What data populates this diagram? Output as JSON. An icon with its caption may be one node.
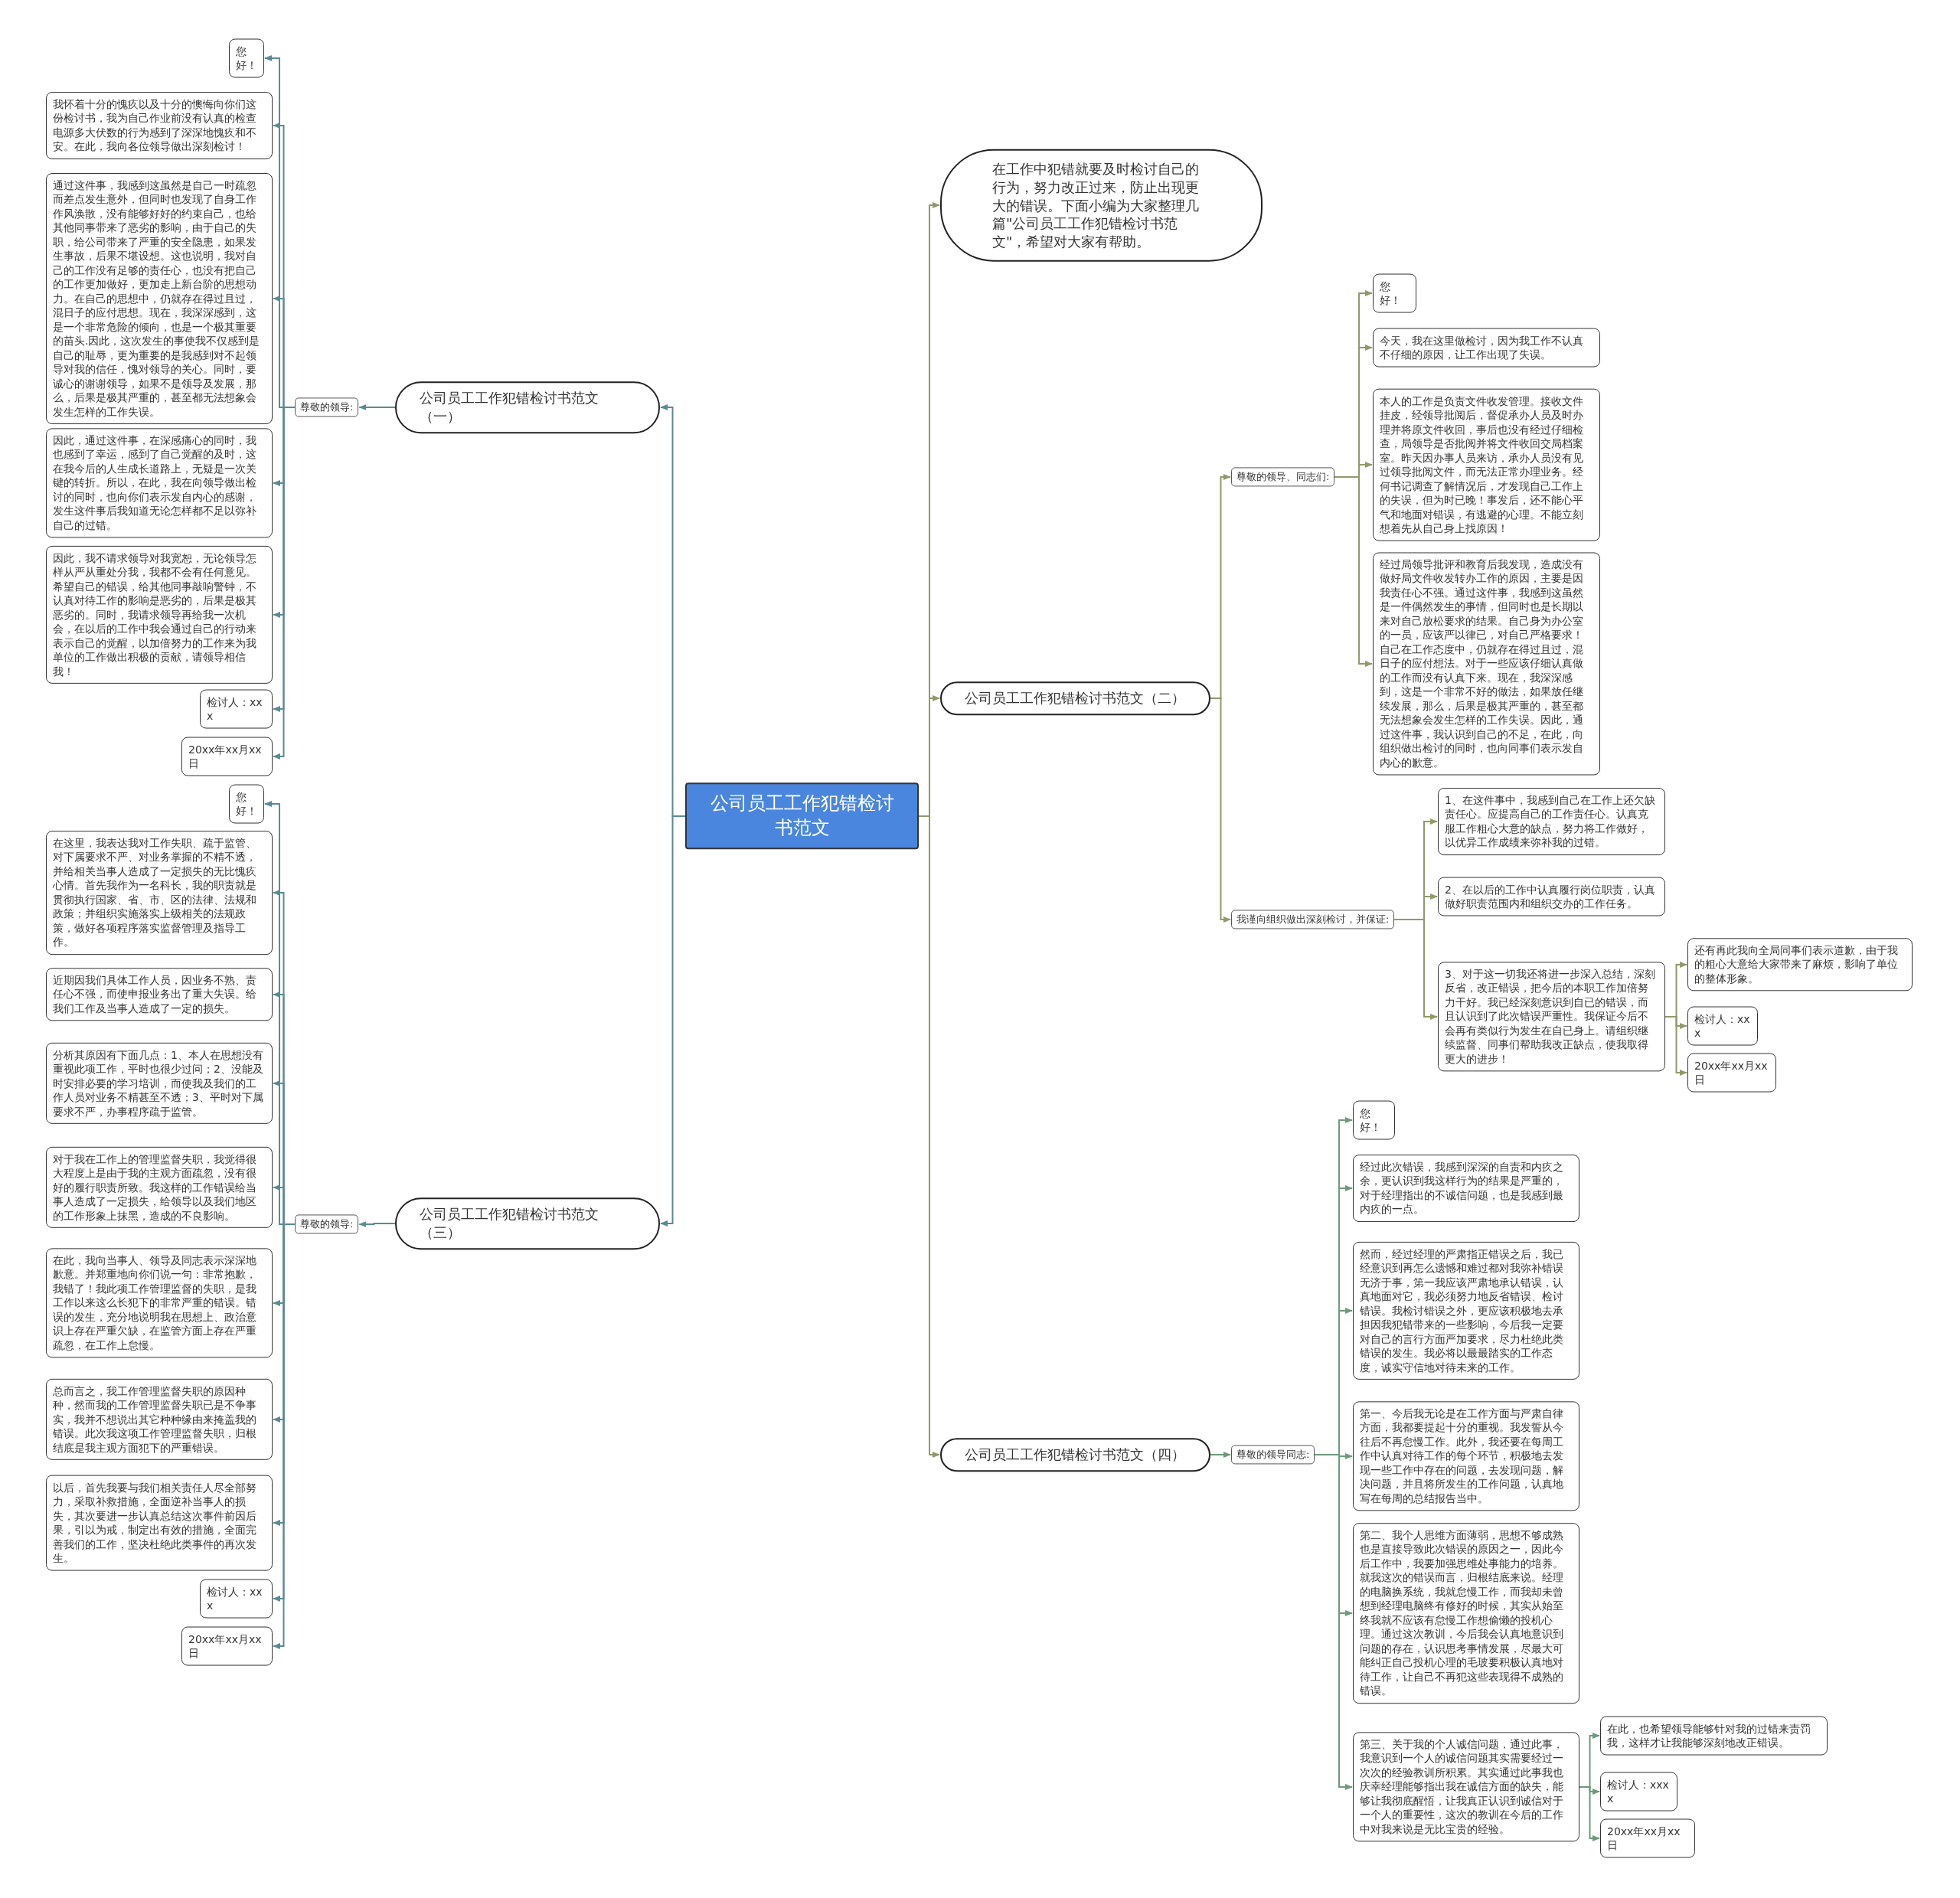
{
  "diagram": {
    "nodes": [
      {
        "text": [
          "公司员工工作犯错检讨书范文"
        ]
      },
      {
        "text": [
          "在工作中犯错就要及时检讨自己的行为，努力改正过来，防止出现更大的错误。下面小编为大家整理几篇\"公司员工工作犯错检讨书范文\"，希望对大家有帮助。"
        ]
      },
      {
        "text": [
          "公司员工工作犯错检讨书范文（一）"
        ]
      },
      {
        "text": [
          "尊敬的领导:"
        ]
      },
      {
        "text": [
          "您好！"
        ]
      },
      {
        "text": [
          "我怀着十分的愧疚以及十分的懊悔向你们这份检讨书，我为自己作业前没有认真的检查电源多大伏数的行为感到了深深地愧疚和不安。在此，我向各位领导做出深刻检讨！"
        ]
      },
      {
        "text": [
          "通过这件事，我感到这虽然是自己一时疏忽而差点发生意外，但同时也发现了自身工作作风涣散，没有能够好好的约束自己，也给其他同事带来了恶劣的影响，由于自己的失职，给公司带来了严重的安全隐患，如果发生事故，后果不堪设想。这也说明，我对自己的工作没有足够的责任心，也没有把自己的工作更加做好，更加走上新台阶的思想动力。在自己的思想中，仍就存在得过且过，混日子的应付思想。现在，我深深感到，这是一个非常危险的倾向，也是一个极其重要的苗头.因此，这次发生的事使我不仅感到是自己的耻辱，更为重要的是我感到对不起领导对我的信任，愧对领导的关心。同时，要诚心的谢谢领导，如果不是领导及发展，那么，后果是极其严重的，甚至都无法想象会发生怎样的工作失误。"
        ]
      },
      {
        "text": [
          "因此，通过这件事，在深感痛心的同时，我也感到了幸运，感到了自己觉醒的及时，这在我今后的人生成长道路上，无疑是一次关键的转折。所以，在此，我在向领导做出检讨的同时，也向你们表示发自内心的感谢，发生这件事后我知道无论怎样都不足以弥补自己的过错。"
        ]
      },
      {
        "text": [
          "因此，我不请求领导对我宽恕，无论领导怎样从严从重处分我，我都不会有任何意见。希望自己的错误，给其他同事敲响警钟，不认真对待工作的影响是恶劣的，后果是极其恶劣的。同时，我请求领导再给我一次机会，在以后的工作中我会通过自己的行动来表示自己的觉醒，以加倍努力的工作来为我单位的工作做出积极的贡献，请领导相信我！"
        ]
      },
      {
        "text": [
          "检讨人：xxx"
        ]
      },
      {
        "text": [
          "20xx年xx月xx日"
        ]
      },
      {
        "text": [
          "公司员工工作犯错检讨书范文（二）"
        ]
      },
      {
        "text": [
          "尊敬的领导、同志们:"
        ]
      },
      {
        "text": [
          "您好！"
        ]
      },
      {
        "text": [
          "今天，我在这里做检讨，因为我工作不认真不仔细的原因，让工作出现了失误。"
        ]
      },
      {
        "text": [
          "本人的工作是负责文件收发管理。接收文件挂皮，经领导批阅后，督促承办人员及时办理并将原文件收回，事后也没有经过仔细检查，局领导是否批阅并将文件收回交局档案室。昨天因办事人员来访，承办人员没有见过领导批阅文件，而无法正常办理业务。经何书记调查了解情况后，才发现自己工作上的失误，但为时已晚！事发后，还不能心平气和地面对错误，有逃避的心理。不能立刻想着先从自己身上找原因！"
        ]
      },
      {
        "text": [
          "经过局领导批评和教育后我发现，造成没有做好局文件收发转办工作的原因，主要是因我责任心不强。通过这件事，我感到这虽然是一件偶然发生的事情，但同时也是长期以来对自己放松要求的结果。自己身为办公室的一员，应该严以律已，对自己严格要求！自己在工作态度中，仍就存在得过且过，混日子的应付想法。对于一些应该仔细认真做的工作而没有认真下来。现在，我深深感到，这是一个非常不好的做法，如果放任继续发展，那么，后果是极其严重的，甚至都无法想象会发生怎样的工作失误。因此，通过这件事，我认识到自己的不足，在此，向组织做出检讨的同时，也向同事们表示发自内心的歉意。"
        ]
      },
      {
        "text": [
          "我谨向组织做出深刻检讨，并保证:"
        ]
      },
      {
        "text": [
          "1、在这件事中，我感到自己在工作上还欠缺责任心。应提高自己的工作责任心。认真克服工作粗心大意的缺点，努力将工作做好，以优异工作成绩来弥补我的过错。"
        ]
      },
      {
        "text": [
          "2、在以后的工作中认真履行岗位职责，认真做好职责范围内和组织交办的工作任务。"
        ]
      },
      {
        "text": [
          "3、对于这一切我还将进一步深入总结，深刻反省，改正错误，把今后的本职工作加倍努力干好。我已经深刻意识到自已的错误，而且认识到了此次错误严重性。我保证今后不会再有类似行为发生在自已身上。请组织继续监督、同事们帮助我改正缺点，使我取得更大的进步！"
        ]
      },
      {
        "text": [
          "还有再此我向全局同事们表示道歉，由于我的粗心大意给大家带来了麻烦，影响了单位的整体形象。"
        ]
      },
      {
        "text": [
          "检讨人：xxx"
        ]
      },
      {
        "text": [
          "20xx年xx月xx日"
        ]
      },
      {
        "text": [
          "公司员工工作犯错检讨书范文（三）"
        ]
      },
      {
        "text": [
          "尊敬的领导:"
        ]
      },
      {
        "text": [
          "您好！"
        ]
      },
      {
        "text": [
          "在这里，我表达我对工作失职、疏于监管、对下属要求不严、对业务掌握的不精不透，并给相关当事人造成了一定损失的无比愧疚心情。首先我作为一名科长，我的职责就是贯彻执行国家、省、市、区的法律、法规和政策；并组织实施落实上级相关的法规政策，做好各项程序落实监督管理及指导工作。"
        ]
      },
      {
        "text": [
          "近期因我们具体工作人员，因业务不熟、责任心不强，而使申报业务出了重大失误。给我们工作及当事人造成了一定的损失。"
        ]
      },
      {
        "text": [
          "分析其原因有下面几点：1、本人在思想没有重视此项工作，平时也很少过问；2、没能及时安排必要的学习培训，而使我及我们的工作人员对业务不精甚至不透；3、平时对下属要求不严，办事程序疏于监管。"
        ]
      },
      {
        "text": [
          "对于我在工作上的管理监督失职，我觉得很大程度上是由于我的主观方面疏忽，没有很好的履行职责所致。我这样的工作错误给当事人造成了一定损失，给领导以及我们地区的工作形象上抹黑，造成的不良影响。"
        ]
      },
      {
        "text": [
          "在此，我向当事人、领导及同志表示深深地歉意。并郑重地向你们说一句：非常抱歉，我错了！我此项工作管理监督的失职，是我工作以来这么长犯下的非常严重的错误。错误的发生，充分地说明我在思想上、政治意识上存在严重欠缺，在监管方面上存在严重疏忽，在工作上怠慢。"
        ]
      },
      {
        "text": [
          "总而言之，我工作管理监督失职的原因种种，然而我的工作管理监督失职已是不争事实，我并不想说出其它种种缘由来掩盖我的错误。此次我这项工作管理监督失职，归根结底是我主观方面犯下的严重错误。"
        ]
      },
      {
        "text": [
          "以后，首先我要与我们相关责任人尽全部努力，采取补救措施，全面逆补当事人的损失，其次要进一步认真总结这次事件前因后果，引以为戒，制定出有效的措施，全面完善我们的工作，坚决杜绝此类事件的再次发生。"
        ]
      },
      {
        "text": [
          "检讨人：xxx"
        ]
      },
      {
        "text": [
          "20xx年xx月xx日"
        ]
      },
      {
        "text": [
          "公司员工工作犯错检讨书范文（四）"
        ]
      },
      {
        "text": [
          "尊敬的领导同志:"
        ]
      },
      {
        "text": [
          "您好！"
        ]
      },
      {
        "text": [
          "经过此次错误，我感到深深的自责和内疚之余，更认识到我这样行为的结果是严重的，对于经理指出的不诚信问题，也是我感到最内疚的一点。"
        ]
      },
      {
        "text": [
          "然而，经过经理的严肃指正错误之后，我已经意识到再怎么遗憾和难过都对我弥补错误无济于事，第一我应该严肃地承认错误，认真地面对它，我必须努力地反省错误、检讨错误。我检讨错误之外，更应该积极地去承担因我犯错带来的一些影响，今后我一定要对自己的言行方面严加要求，尽力杜绝此类错误的发生。我必将以最最踏实的工作态度，诚实守信地对待未来的工作。"
        ]
      },
      {
        "text": [
          "第一、今后我无论是在工作方面与严肃自律方面，我都要提起十分的重视。我发誓从今往后不再怠慢工作。此外，我还要在每周工作中认真对待工作的每个环节，积极地去发现一些工作中存在的问题，去发现问题，解决问题，并且将所发生的工作问题，认真地写在每周的总结报告当中。"
        ]
      },
      {
        "text": [
          "第二、我个人思维方面薄弱，思想不够成熟也是直接导致此次错误的原因之一，因此今后工作中，我要加强思维处事能力的培养。就我这次的错误而言，归根结底来说。经理的电脑换系统，我就怠慢工作，而我却未曾想到经理电脑终有修好的时候，其实从始至终我就不应该有怠慢工作想偷懒的投机心理。通过这次教训，今后我会认真地意识到问题的存在，认识思考事情发展，尽最大可能纠正自己投机心理的毛玻要积极认真地对待工作，让自己不再犯这些表现得不成熟的错误。"
        ]
      },
      {
        "text": [
          "第三、关于我的个人诚信问题，通过此事，我意识到一个人的诚信问题其实需要经过一次次的经验教训所积累。其实通过此事我也庆幸经理能够指出我在诚信方面的缺失，能够让我彻底醒悟，让我真正认识到诚信对于一个人的重要性，这次的教训在今后的工作中对我来说是无比宝贵的经验。"
        ]
      },
      {
        "text": [
          "在此，也希望领导能够针对我的过错来责罚我，这样才让我能够深刻地改正错误。"
        ]
      },
      {
        "text": [
          "检讨人：xxxx"
        ]
      },
      {
        "text": [
          "20xx年xx月xx日"
        ]
      }
    ],
    "edges": [
      {
        "from": 0,
        "to": 1,
        "arrow": "to",
        "color": "#8f9a6a"
      },
      {
        "from": 0,
        "to": 2,
        "arrow": "to"
      },
      {
        "from": 0,
        "to": 11,
        "arrow": "to",
        "color": "#8f9a6a"
      },
      {
        "from": 0,
        "to": 24,
        "arrow": "to"
      },
      {
        "from": 0,
        "to": 36,
        "arrow": "to",
        "color": "#8f9a6a"
      },
      {
        "from": 2,
        "to": 3,
        "arrow": "to"
      },
      {
        "from": 3,
        "to": 4,
        "arrow": "to"
      },
      {
        "from": 3,
        "to": 5,
        "arrow": "to"
      },
      {
        "from": 3,
        "to": 6,
        "arrow": "to"
      },
      {
        "from": 3,
        "to": 7,
        "arrow": "to"
      },
      {
        "from": 3,
        "to": 8,
        "arrow": "to"
      },
      {
        "from": 3,
        "to": 9,
        "arrow": "to"
      },
      {
        "from": 3,
        "to": 10,
        "arrow": "to"
      },
      {
        "from": 11,
        "to": 12,
        "arrow": "to",
        "color": "#8f9a6a"
      },
      {
        "from": 11,
        "to": 17,
        "arrow": "to",
        "color": "#8f9a6a"
      },
      {
        "from": 12,
        "to": 13,
        "arrow": "to",
        "color": "#8f9a6a"
      },
      {
        "from": 12,
        "to": 14,
        "arrow": "to",
        "color": "#8f9a6a"
      },
      {
        "from": 12,
        "to": 15,
        "arrow": "to",
        "color": "#8f9a6a"
      },
      {
        "from": 12,
        "to": 16,
        "arrow": "to",
        "color": "#8f9a6a"
      },
      {
        "from": 17,
        "to": 18,
        "arrow": "to",
        "color": "#8f9a6a"
      },
      {
        "from": 17,
        "to": 19,
        "arrow": "to",
        "color": "#8f9a6a"
      },
      {
        "from": 17,
        "to": 20,
        "arrow": "to",
        "color": "#8f9a6a"
      },
      {
        "from": 20,
        "to": 21,
        "arrow": "to",
        "color": "#8f9a6a"
      },
      {
        "from": 20,
        "to": 22,
        "arrow": "to",
        "color": "#8f9a6a"
      },
      {
        "from": 20,
        "to": 23,
        "arrow": "to",
        "color": "#8f9a6a"
      },
      {
        "from": 24,
        "to": 25,
        "arrow": "to"
      },
      {
        "from": 25,
        "to": 26,
        "arrow": "to"
      },
      {
        "from": 25,
        "to": 27,
        "arrow": "to"
      },
      {
        "from": 25,
        "to": 28,
        "arrow": "to"
      },
      {
        "from": 25,
        "to": 29,
        "arrow": "to"
      },
      {
        "from": 25,
        "to": 30,
        "arrow": "to"
      },
      {
        "from": 25,
        "to": 31,
        "arrow": "to"
      },
      {
        "from": 25,
        "to": 32,
        "arrow": "to"
      },
      {
        "from": 25,
        "to": 33,
        "arrow": "to"
      },
      {
        "from": 25,
        "to": 34,
        "arrow": "to"
      },
      {
        "from": 25,
        "to": 35,
        "arrow": "to"
      },
      {
        "from": 36,
        "to": 37,
        "arrow": "to",
        "color": "#6d9a7c"
      },
      {
        "from": 37,
        "to": 38,
        "arrow": "to",
        "color": "#6d9a7c"
      },
      {
        "from": 37,
        "to": 39,
        "arrow": "to",
        "color": "#6d9a7c"
      },
      {
        "from": 37,
        "to": 40,
        "arrow": "to",
        "color": "#6d9a7c"
      },
      {
        "from": 37,
        "to": 41,
        "arrow": "to",
        "color": "#6d9a7c"
      },
      {
        "from": 37,
        "to": 42,
        "arrow": "to",
        "color": "#6d9a7c"
      },
      {
        "from": 37,
        "to": 43,
        "arrow": "to",
        "color": "#6d9a7c"
      },
      {
        "from": 43,
        "to": 44,
        "arrow": "to",
        "color": "#6d9a7c"
      },
      {
        "from": 43,
        "to": 45,
        "arrow": "to",
        "color": "#6d9a7c"
      },
      {
        "from": 43,
        "to": 46,
        "arrow": "to",
        "color": "#6d9a7c"
      }
    ]
  }
}
